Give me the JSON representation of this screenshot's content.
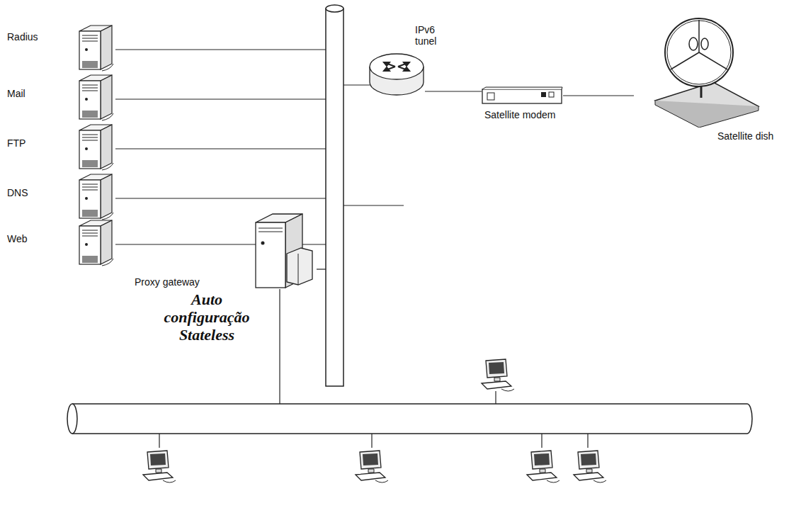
{
  "diagram": {
    "nodes": [
      {
        "text": [
          "Radius"
        ]
      },
      {
        "text": [
          "Mail"
        ]
      },
      {
        "text": [
          "FTP"
        ]
      },
      {
        "text": [
          "DNS"
        ]
      },
      {
        "text": [
          "Web"
        ]
      },
      {
        "text": [
          "IPv6 tunel"
        ]
      },
      {
        "text": [
          "Satellite modem"
        ]
      },
      {
        "text": [
          "Satellite dish"
        ]
      },
      {
        "text": [
          "Proxy gateway",
          "Auto configuração Stateless"
        ]
      }
    ],
    "edges": [
      {
        "from": 5,
        "to": 6,
        "arrow": "none"
      },
      {
        "from": 6,
        "to": 7,
        "arrow": "none"
      }
    ]
  }
}
